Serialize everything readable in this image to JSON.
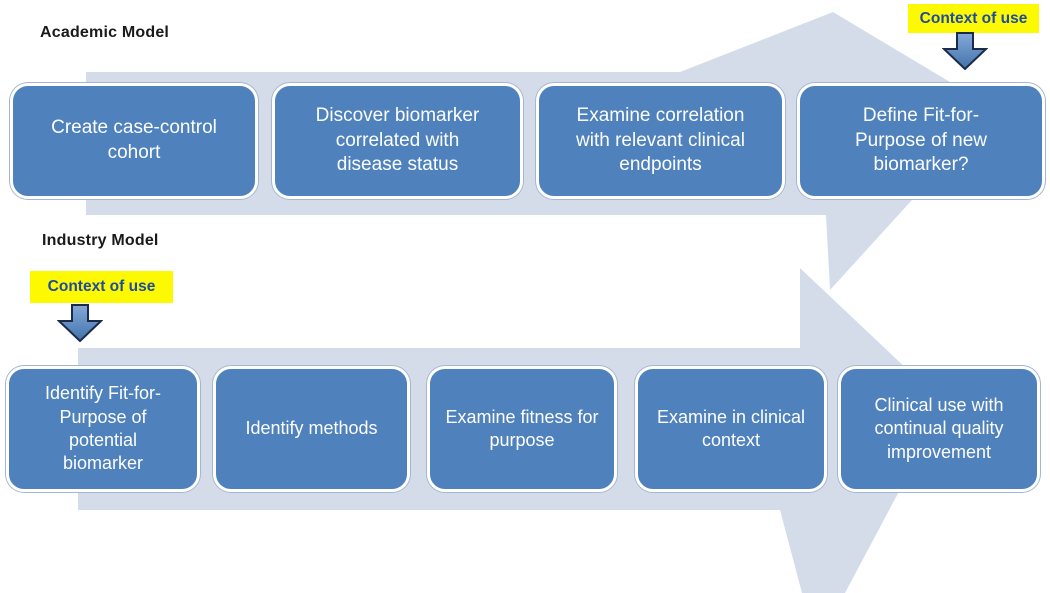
{
  "academic": {
    "title": "Academic Model",
    "context_label": "Context of use",
    "steps": [
      {
        "label": "Create case-control\ncohort"
      },
      {
        "label": "Discover biomarker\ncorrelated with\ndisease status"
      },
      {
        "label": "Examine correlation\nwith relevant clinical\nendpoints"
      },
      {
        "label": "Define Fit-for-\nPurpose of new\nbiomarker?"
      }
    ]
  },
  "industry": {
    "title": "Industry Model",
    "context_label": "Context of use",
    "steps": [
      {
        "label": "Identify Fit-for-\nPurpose of\npotential\nbiomarker"
      },
      {
        "label": "Identify methods"
      },
      {
        "label": "Examine fitness for\npurpose"
      },
      {
        "label": "Examine in clinical\ncontext"
      },
      {
        "label": "Clinical use with\ncontinual quality\nimprovement"
      }
    ]
  },
  "colors": {
    "step_box_fill": "#4f81bd",
    "step_box_border": "#ffffff",
    "flow_arrow_fill": "#d5dce9",
    "context_label_bg": "#fdf900",
    "context_label_text": "#1e4ca3",
    "context_arrow_fill": "#4f81bd",
    "context_arrow_outline": "#1c2b4a",
    "step_text": "#ffffff",
    "title_text": "#1a1a1a"
  }
}
